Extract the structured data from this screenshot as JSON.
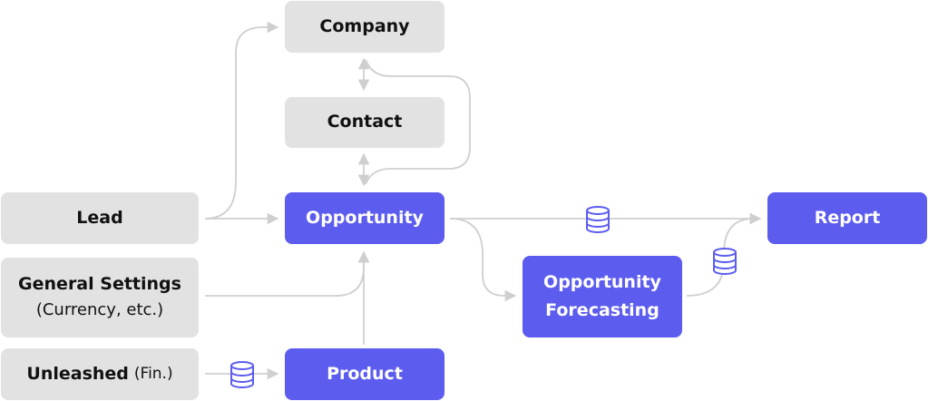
{
  "nodes": {
    "company": "Company",
    "contact": "Contact",
    "lead": "Lead",
    "general_settings": "General Settings",
    "general_settings_sub": "(Currency, etc.)",
    "unleashed": "Unleashed",
    "unleashed_sub": "(Fin.)",
    "opportunity": "Opportunity",
    "product": "Product",
    "forecasting_line1": "Opportunity",
    "forecasting_line2": "Forecasting",
    "report": "Report"
  },
  "icons": {
    "database": "database-icon"
  },
  "colors": {
    "primary": "#5c5cef",
    "secondary": "#e2e2e2",
    "connector": "#cfcfcf"
  }
}
